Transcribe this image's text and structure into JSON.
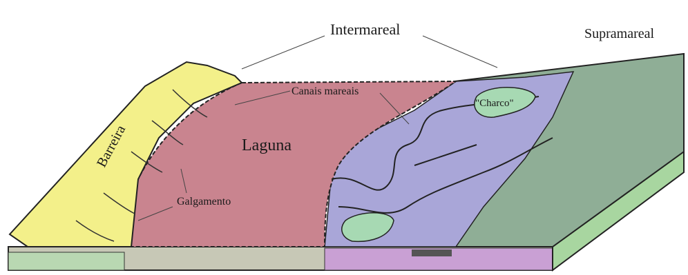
{
  "labels": {
    "intermareal": "Intermareal",
    "supramareal": "Supramareal",
    "canais_mareais": "Canais mareais",
    "charco": "\"Charco\"",
    "laguna": "Laguna",
    "galgamento": "Galgamento",
    "barreira": "Barreira"
  },
  "colors": {
    "barrier": "#f3f08a",
    "lagoon": "#c9848f",
    "intertidal": "#a9a6d8",
    "supratidal": "#8fae96",
    "pond": "#a7d9b3",
    "base_left": "#b9c7a2",
    "base_right": "#c9a0d4"
  }
}
